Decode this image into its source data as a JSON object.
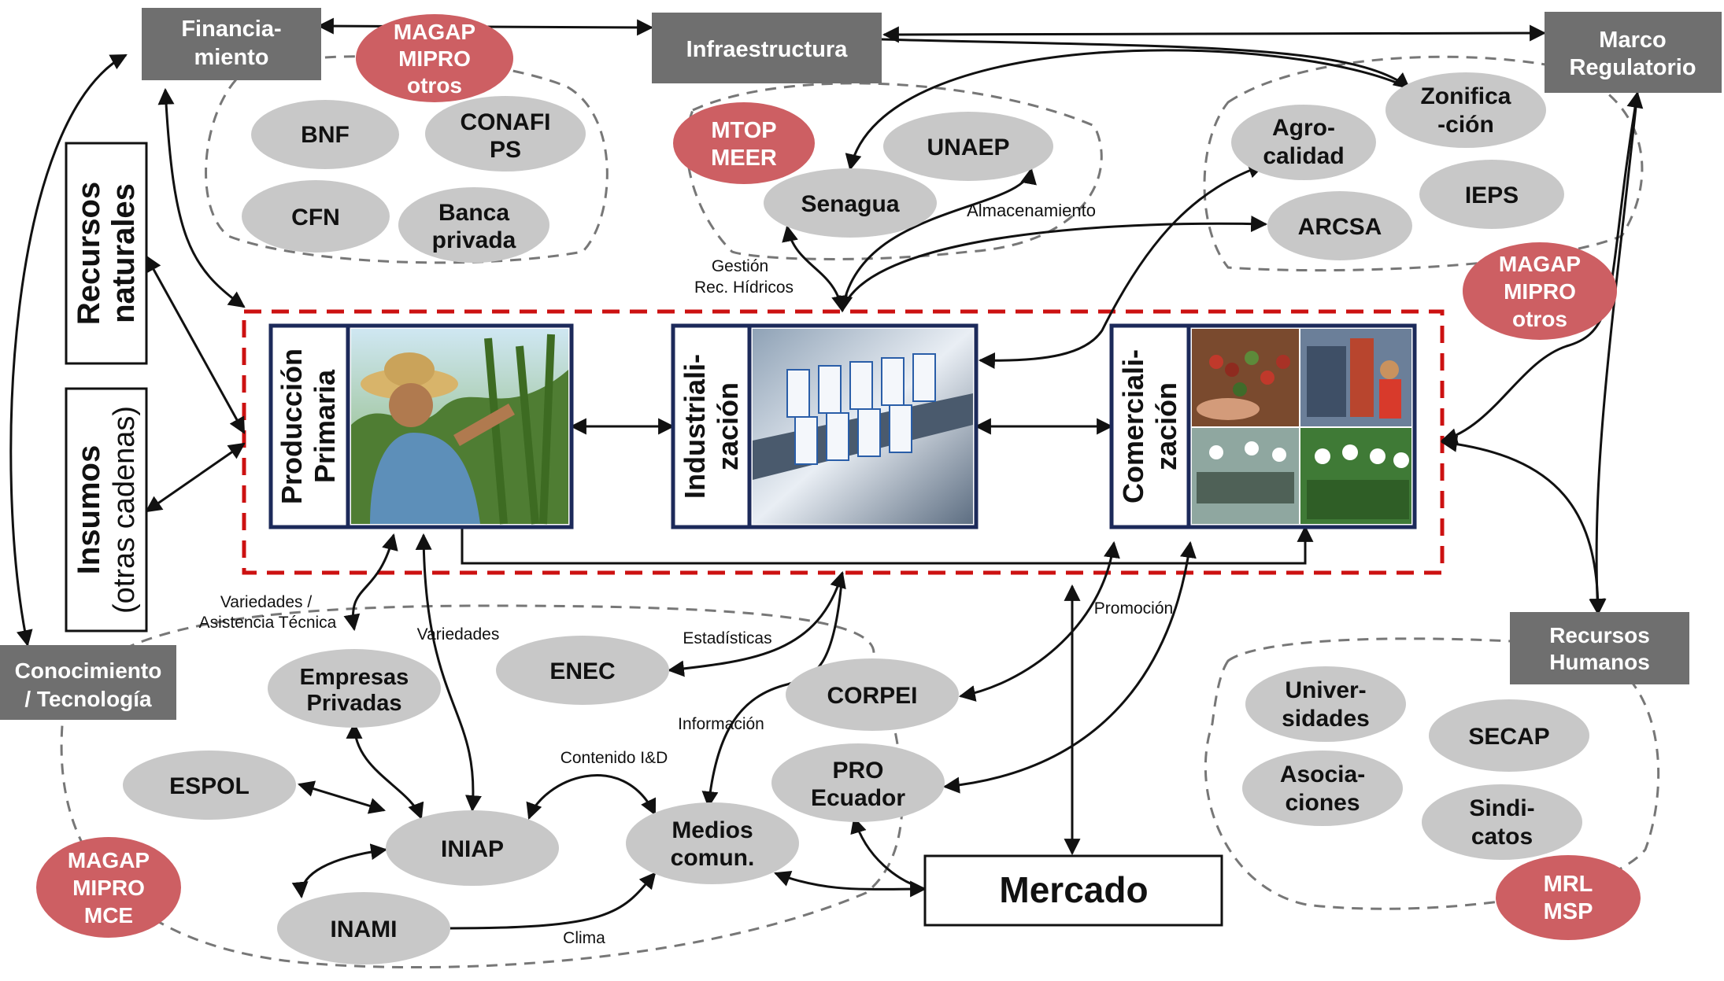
{
  "colors": {
    "dark_box": "#6f6f6f",
    "light_oval": "#c8c8c8",
    "red_oval": "#cd5f63",
    "red_dash": "#cc1111",
    "navy": "#1c2a5a",
    "line": "#111111",
    "dash_gray": "#777777"
  },
  "top": {
    "financiamiento": [
      "Financia-",
      "miento"
    ],
    "infraestructura": "Infraestructura",
    "marco": [
      "Marco",
      "Regulatorio"
    ],
    "fin_agencies": [
      "MAGAP",
      "MIPRO",
      "otros"
    ],
    "fin_ovals": {
      "bnf": [
        "BNF"
      ],
      "conafips": [
        "CONAFI",
        "PS"
      ],
      "cfn": [
        "CFN"
      ],
      "banca": [
        "Banca",
        "privada"
      ]
    },
    "infra_agencies": [
      "MTOP",
      "MEER"
    ],
    "infra_ovals": {
      "unaep": [
        "UNAEP"
      ],
      "senagua": [
        "Senagua"
      ]
    },
    "almacenamiento": "Almacenamiento",
    "gestion": [
      "Gestión",
      "Rec. Hídricos"
    ],
    "reg_ovals": {
      "zonificacion": [
        "Zonifica",
        "-ción"
      ],
      "agrocalidad": [
        "Agro-",
        "calidad"
      ],
      "ieps": [
        "IEPS"
      ],
      "arcsa": [
        "ARCSA"
      ]
    },
    "reg_agencies": [
      "MAGAP",
      "MIPRO",
      "otros"
    ]
  },
  "left": {
    "recursos": [
      "Recursos",
      "naturales"
    ],
    "insumos": [
      "Insumos",
      "(otras cadenas)"
    ]
  },
  "chain": {
    "produccion": [
      "Producción",
      "Primaria"
    ],
    "industrializacion": [
      "Industriali-",
      "zación"
    ],
    "comercializacion": [
      "Comerciali-",
      "zación"
    ]
  },
  "bottom": {
    "conocimiento": [
      "Conocimiento",
      "/ Tecnología"
    ],
    "know_agencies": [
      "MAGAP",
      "MIPRO",
      "MCE"
    ],
    "ovals": {
      "empresas": [
        "Empresas",
        "Privadas"
      ],
      "enec": [
        "ENEC"
      ],
      "corpei": [
        "CORPEI"
      ],
      "espol": [
        "ESPOL"
      ],
      "iniap": [
        "INIAP"
      ],
      "inami": [
        "INAMI"
      ],
      "medios": [
        "Medios",
        "comun."
      ],
      "proecuador": [
        "PRO",
        "Ecuador"
      ]
    },
    "labels": {
      "variedades_asistencia": [
        "Variedades /",
        "Asistencia Técnica"
      ],
      "variedades": "Variedades",
      "estadisticas": "Estadísticas",
      "informacion": "Información",
      "contenido": "Contenido I&D",
      "clima": "Clima",
      "promocion": "Promoción"
    },
    "mercado": "Mercado"
  },
  "right": {
    "recursos_humanos": [
      "Recursos",
      "Humanos"
    ],
    "hr_ovals": {
      "universidades": [
        "Univer-",
        "sidades"
      ],
      "secap": [
        "SECAP"
      ],
      "asociaciones": [
        "Asocia-",
        "ciones"
      ],
      "sindicatos": [
        "Sindi-",
        "catos"
      ]
    },
    "hr_agencies": [
      "MRL",
      "MSP"
    ]
  }
}
